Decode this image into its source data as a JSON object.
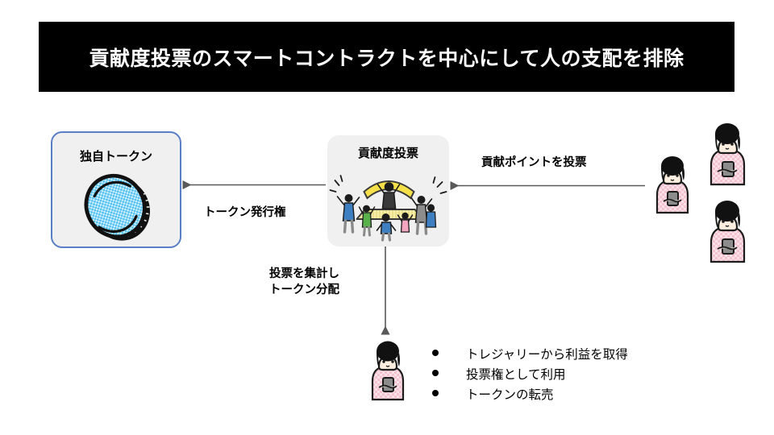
{
  "title": {
    "text": "貢献度投票のスマートコントラクトを中心にして人の支配を排除"
  },
  "nodes": {
    "token": {
      "label": "独自トークン",
      "icon": "coin-icon",
      "border_color": "#5b7fc7",
      "fill_color": "#f0f0f0"
    },
    "vote": {
      "label": "貢献度投票",
      "icon": "crowd-voting-icon",
      "fill_color": "#f0f0f0"
    }
  },
  "arrows": {
    "token_issuance": {
      "label": "トークン発行権",
      "direction": "left"
    },
    "contribution_points": {
      "label": "貢献ポイントを投票",
      "direction": "left"
    },
    "tally_distribute": {
      "label_line1": "投票を集計し",
      "label_line2": "トークン分配",
      "direction": "down"
    }
  },
  "benefits": {
    "items": [
      "トレジャリーから利益を取得",
      "投票権として利用",
      "トークンの転売"
    ]
  },
  "people": {
    "voters_icon": "person-smartphone-icon",
    "holder_icon": "person-smartphone-icon"
  },
  "colors": {
    "banner_background": "#000000",
    "banner_text": "#ffffff",
    "node_fill": "#f0f0f0",
    "token_border": "#5b7fc7",
    "arrow": "#595959",
    "coin_blue": "#57c2f0",
    "stage_yellow": "#f5e049",
    "shirt_pink": "#f7cdd8"
  }
}
